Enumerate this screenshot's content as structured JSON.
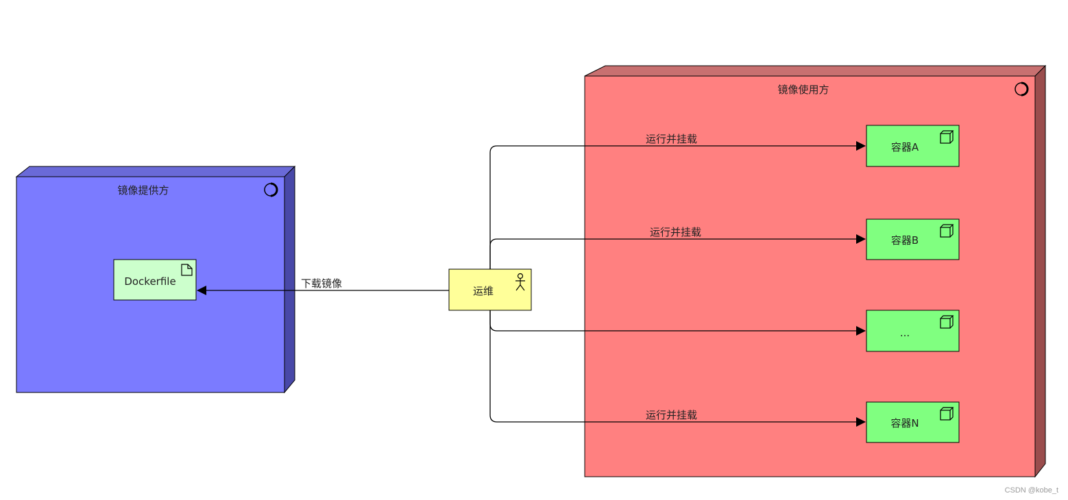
{
  "diagram": {
    "provider": {
      "title": "镜像提供方",
      "artifact": "Dockerfile"
    },
    "consumer": {
      "title": "镜像使用方",
      "containers": [
        "容器A",
        "容器B",
        "...",
        "容器N"
      ]
    },
    "actor": {
      "label": "运维"
    },
    "edges": {
      "download": "下载镜像",
      "run_mount": "运行并挂载"
    }
  },
  "watermark": "CSDN @kobe_t",
  "colors": {
    "provider_fill": "#7b7bff",
    "consumer_fill": "#ff8080",
    "artifact_fill": "#ccffcc",
    "container_fill": "#80ff80",
    "actor_fill": "#ffff99"
  }
}
